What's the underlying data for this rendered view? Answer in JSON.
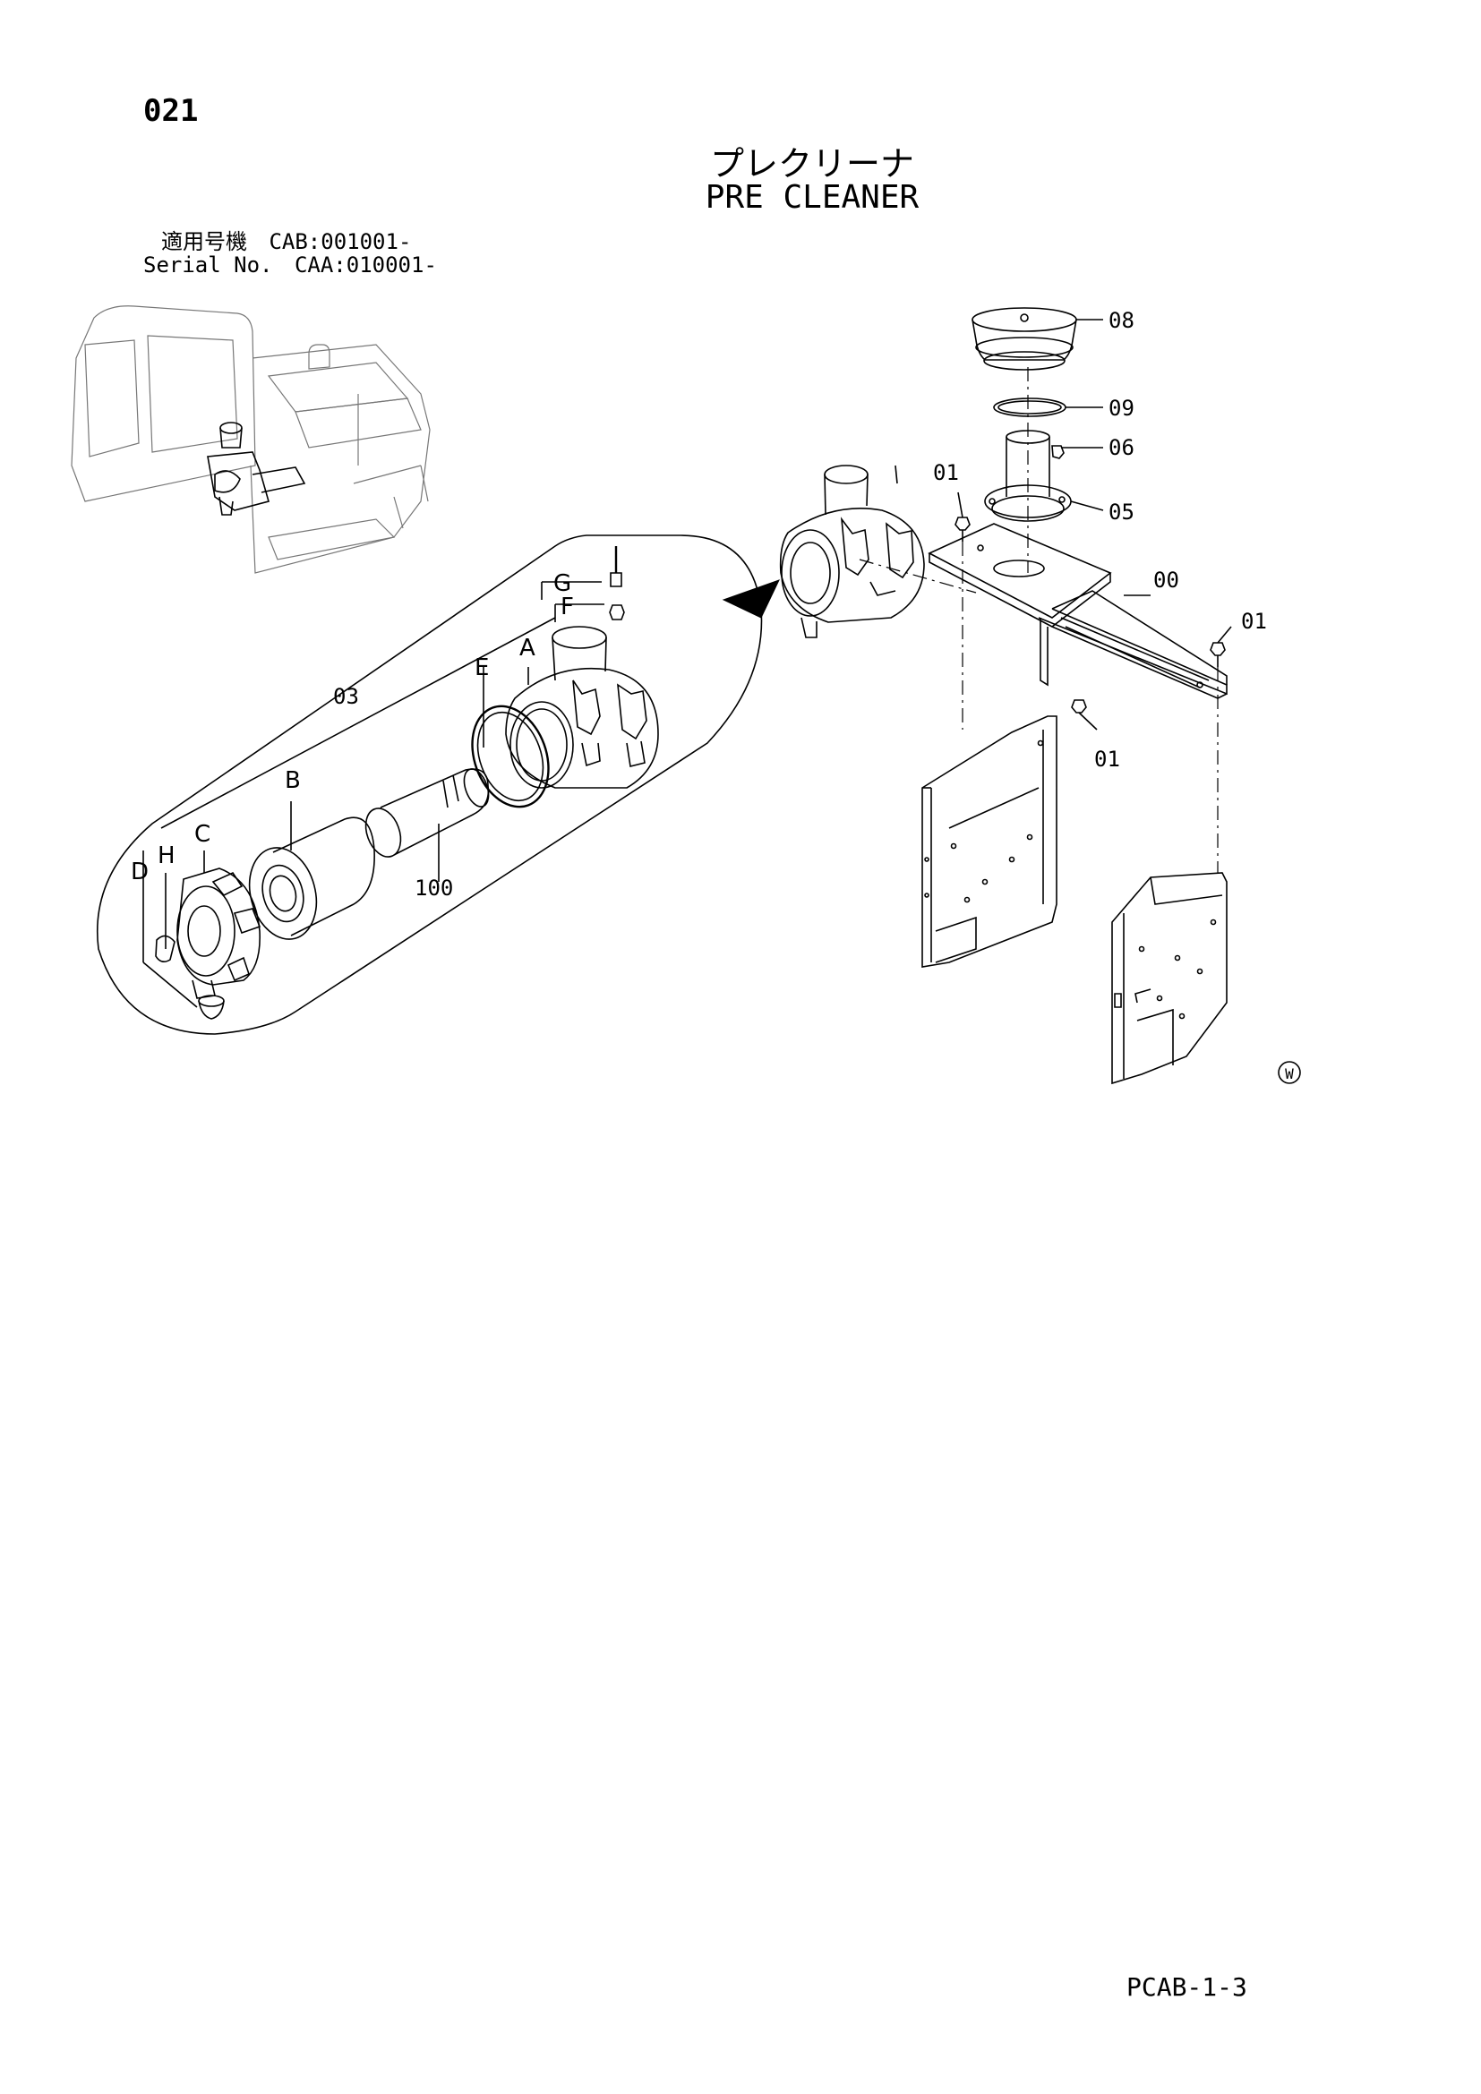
{
  "page_number": "021",
  "title_jp": "プレクリーナ",
  "title_en": "PRE CLEANER",
  "serial_lines": [
    {
      "label": "適用号機",
      "value": "CAB:001001-"
    },
    {
      "label": "Serial No.",
      "value": "CAA:010001-"
    }
  ],
  "callouts": {
    "c08": "08",
    "c09": "09",
    "c06": "06",
    "c05": "05",
    "c01a": "01",
    "c00": "00",
    "c01b": "01",
    "c01c": "01",
    "c03": "03",
    "c100": "100",
    "cG": "G",
    "cF": "F",
    "cE": "E",
    "cA": "A",
    "cB": "B",
    "cC": "C",
    "cH": "H",
    "cD": "D"
  },
  "wmark": "W",
  "footer_code": "PCAB-1-3"
}
